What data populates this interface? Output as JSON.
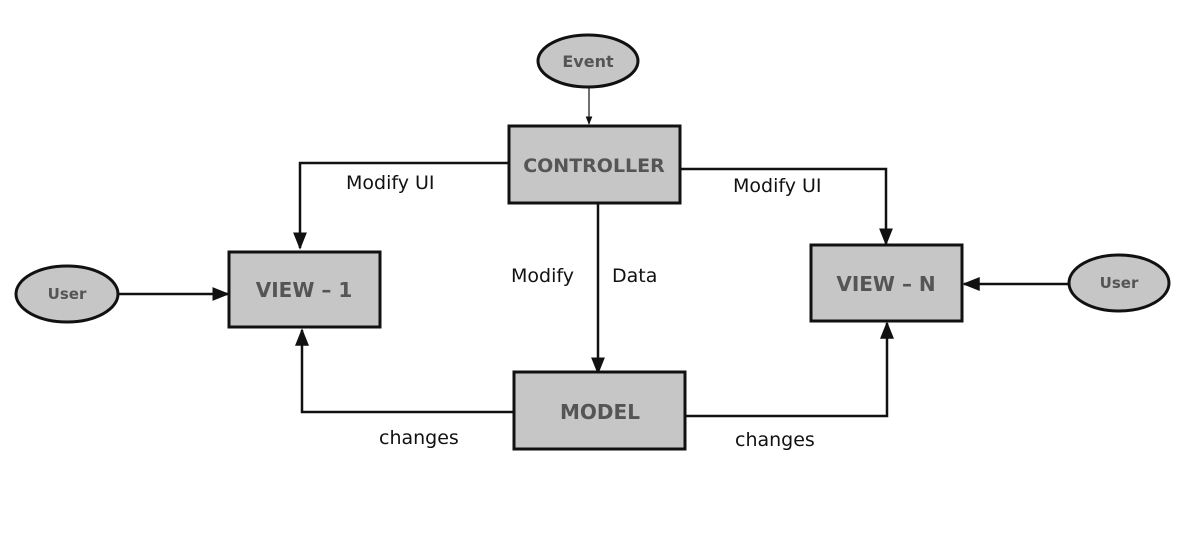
{
  "nodes": {
    "event": "Event",
    "controller": "CONTROLLER",
    "view_1": "VIEW – 1",
    "view_n": "VIEW – N",
    "model": "MODEL",
    "user_left": "User",
    "user_right": "User"
  },
  "edge_labels": {
    "modify_ui_left": "Modify UI",
    "modify_ui_right": "Modify UI",
    "modify": "Modify",
    "data": "Data",
    "changes_left": "changes",
    "changes_right": "changes"
  },
  "colors": {
    "node_fill": "#c6c6c6",
    "node_stroke": "#111111",
    "node_text": "#555555",
    "edge": "#111111"
  }
}
